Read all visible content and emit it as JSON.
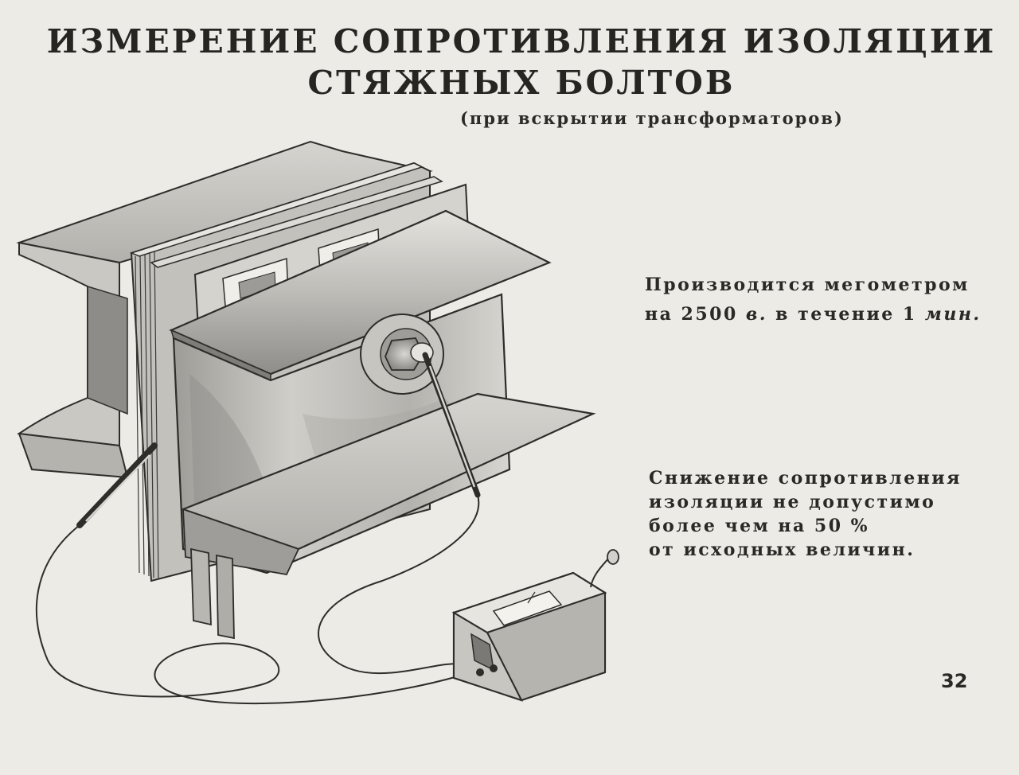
{
  "title": {
    "line1": "ИЗМЕРЕНИЕ СОПРОТИВЛЕНИЯ ИЗОЛЯЦИИ",
    "line2": "СТЯЖНЫХ БОЛТОВ"
  },
  "subtitle": "(при вскрытии трансформаторов)",
  "note1": {
    "line1": "Производится мегометром",
    "line2_prefix": "на 2500 ",
    "line2_unit": "в.",
    "line2_middle": " в течение 1 ",
    "line2_time_unit": "мин."
  },
  "note2": {
    "line1": "Снижение сопротивления",
    "line2": "изоляции не допустимо",
    "line3": "более чем на 50 %",
    "line4": "от исходных величин."
  },
  "page_number": "32",
  "colors": {
    "paper": "#ecebe6",
    "ink": "#262522",
    "steel_light": "#d9d8d3",
    "steel_mid": "#a9a8a3",
    "steel_dark": "#5d5c58"
  }
}
